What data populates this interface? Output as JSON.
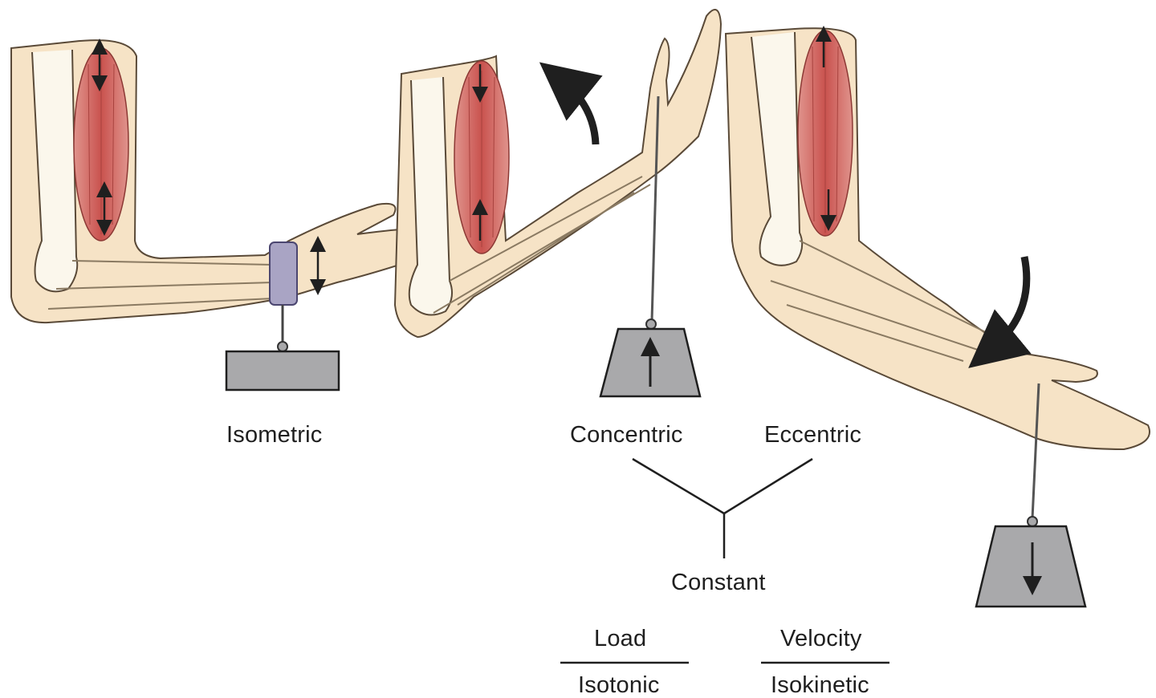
{
  "labels": {
    "isometric": "Isometric",
    "concentric": "Concentric",
    "eccentric": "Eccentric",
    "constant": "Constant",
    "load": "Load",
    "isotonic": "Isotonic",
    "velocity": "Velocity",
    "isokinetic": "Isokinetic"
  },
  "colors": {
    "skin": "#f6e3c6",
    "skin_shade": "#ead0a9",
    "muscle": "#cc5a55",
    "muscle_light": "#e79a93",
    "bone": "#fbf7ec",
    "weight": "#a9a9ab",
    "strap": "#a9a4c4",
    "ink": "#1f1f1f"
  }
}
